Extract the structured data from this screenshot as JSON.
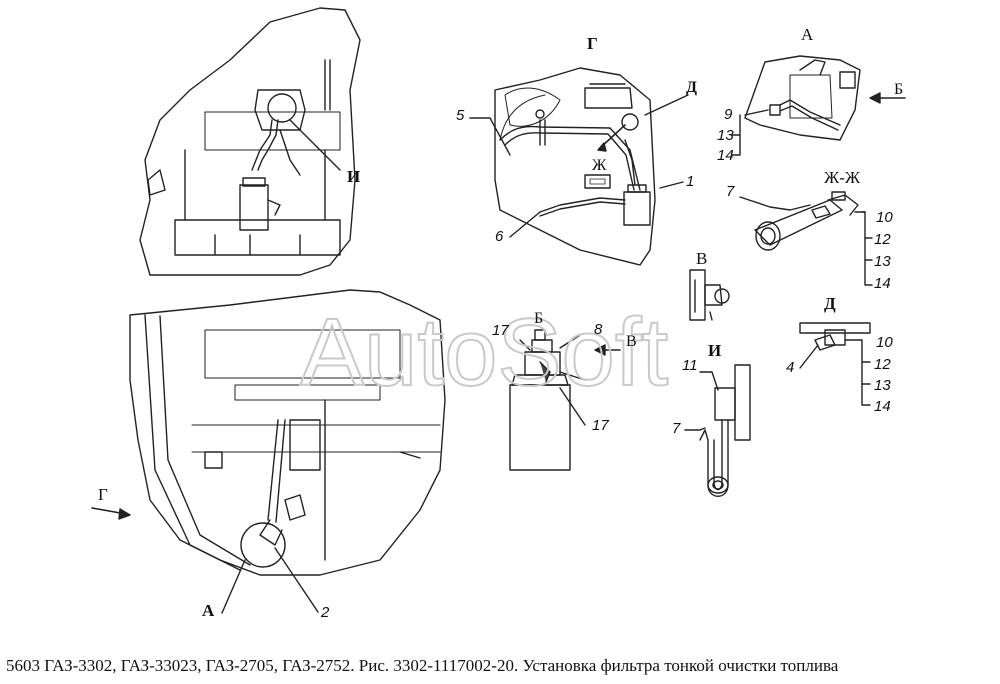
{
  "watermark": "AutoSoft",
  "caption": "5603 ГАЗ-3302, ГАЗ-33023, ГАЗ-2705, ГАЗ-2752. Рис. 3302-1117002-20. Установка фильтра тонкой очистки топлива",
  "views": {
    "top_left": {
      "label": "И"
    },
    "view_g": {
      "title": "Г",
      "labels": [
        "Д",
        "Ж",
        "5",
        "6",
        "1"
      ]
    },
    "view_a": {
      "title": "А",
      "arrow": "Б",
      "labels": [
        "9",
        "13",
        "14"
      ]
    },
    "section_zh": {
      "title": "Ж-Ж",
      "labels": [
        "7",
        "10",
        "12",
        "13",
        "14"
      ]
    },
    "view_v": {
      "title": "В"
    },
    "view_d": {
      "title": "Д",
      "labels": [
        "4",
        "10",
        "12",
        "13",
        "14"
      ]
    },
    "view_i": {
      "title": "И",
      "labels": [
        "11",
        "7"
      ]
    },
    "detail_b": {
      "title": "Б",
      "arrow": "В",
      "labels": [
        "17",
        "8",
        "17"
      ]
    },
    "bottom_left": {
      "arrow": "Г",
      "labels": [
        "А",
        "2"
      ]
    }
  }
}
